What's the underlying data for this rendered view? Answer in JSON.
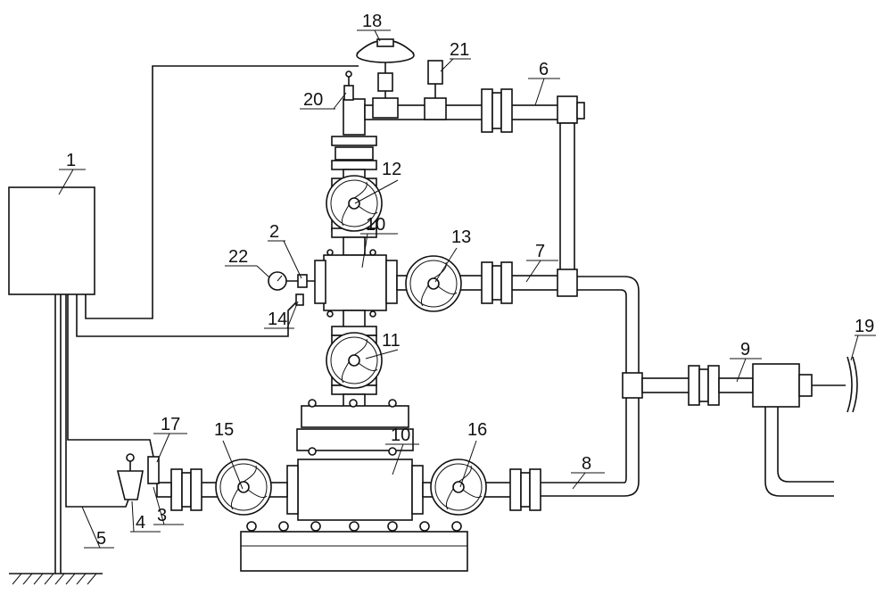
{
  "labels": {
    "n1": "1",
    "n2": "2",
    "n3": "3",
    "n4": "4",
    "n5": "5",
    "n6": "6",
    "n7": "7",
    "n8": "8",
    "n9": "9",
    "n10_upper": "10",
    "n10_lower": "10",
    "n11": "11",
    "n12": "12",
    "n13": "13",
    "n14": "14",
    "n15": "15",
    "n16": "16",
    "n17": "17",
    "n18": "18",
    "n19": "19",
    "n20": "20",
    "n21": "21",
    "n22": "22"
  },
  "colors": {
    "stroke": "#111111",
    "background": "#ffffff"
  }
}
